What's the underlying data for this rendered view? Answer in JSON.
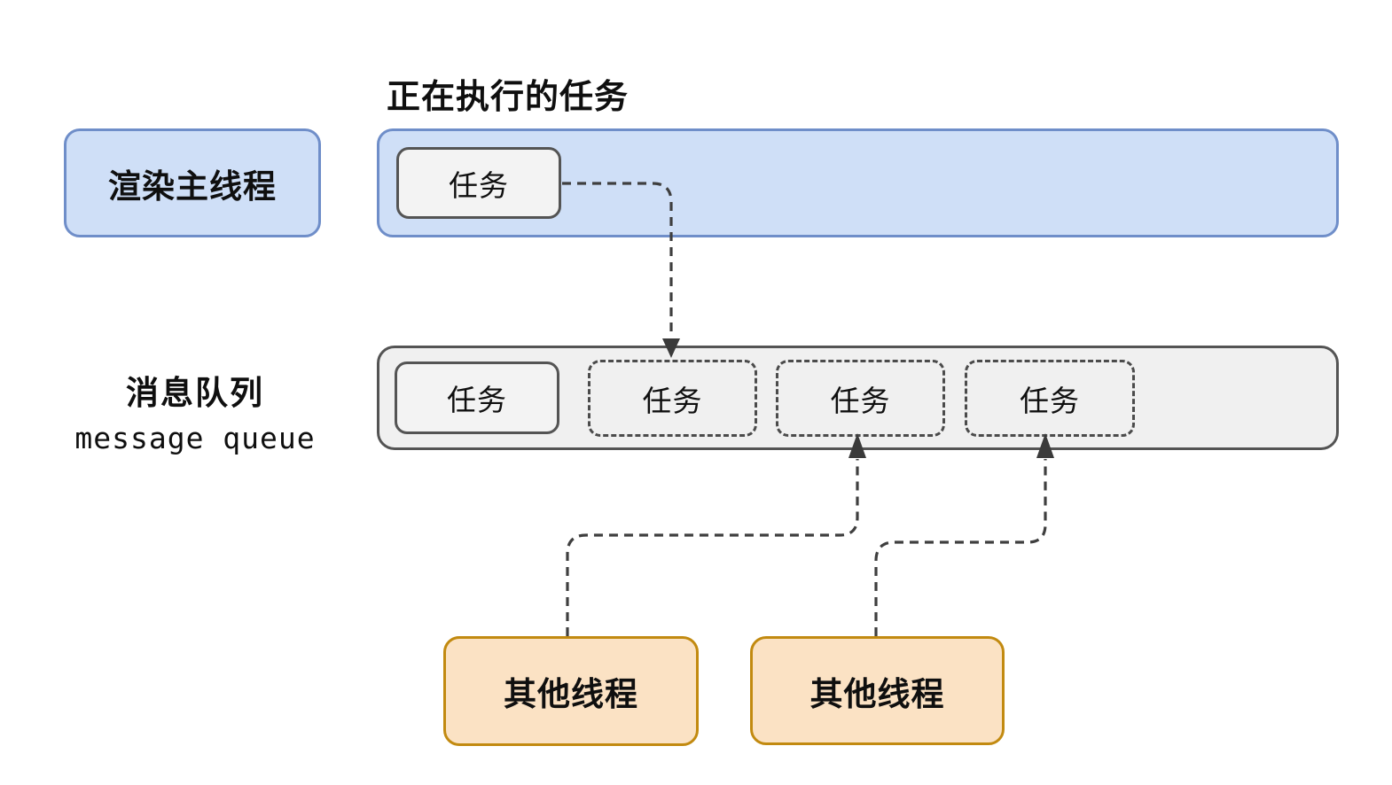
{
  "caption": "正在执行的任务",
  "main_thread": {
    "label": "渲染主线程"
  },
  "executing_task": {
    "label": "任务"
  },
  "message_queue": {
    "label_cn": "消息队列",
    "label_en": "message queue",
    "tasks": [
      {
        "label": "任务",
        "style": "solid"
      },
      {
        "label": "任务",
        "style": "dashed"
      },
      {
        "label": "任务",
        "style": "dashed"
      },
      {
        "label": "任务",
        "style": "dashed"
      }
    ]
  },
  "other_threads": [
    {
      "label": "其他线程"
    },
    {
      "label": "其他线程"
    }
  ],
  "colors": {
    "blue_fill": "#cfdff7",
    "blue_border": "#6f8ec9",
    "gray_fill": "#f0f0f0",
    "gray_border": "#545454",
    "box_fill": "#f3f3f3",
    "orange_fill": "#fbe2c4",
    "orange_border": "#c28a10",
    "connector": "#3f3f3f",
    "text": "#0f0f0f"
  }
}
